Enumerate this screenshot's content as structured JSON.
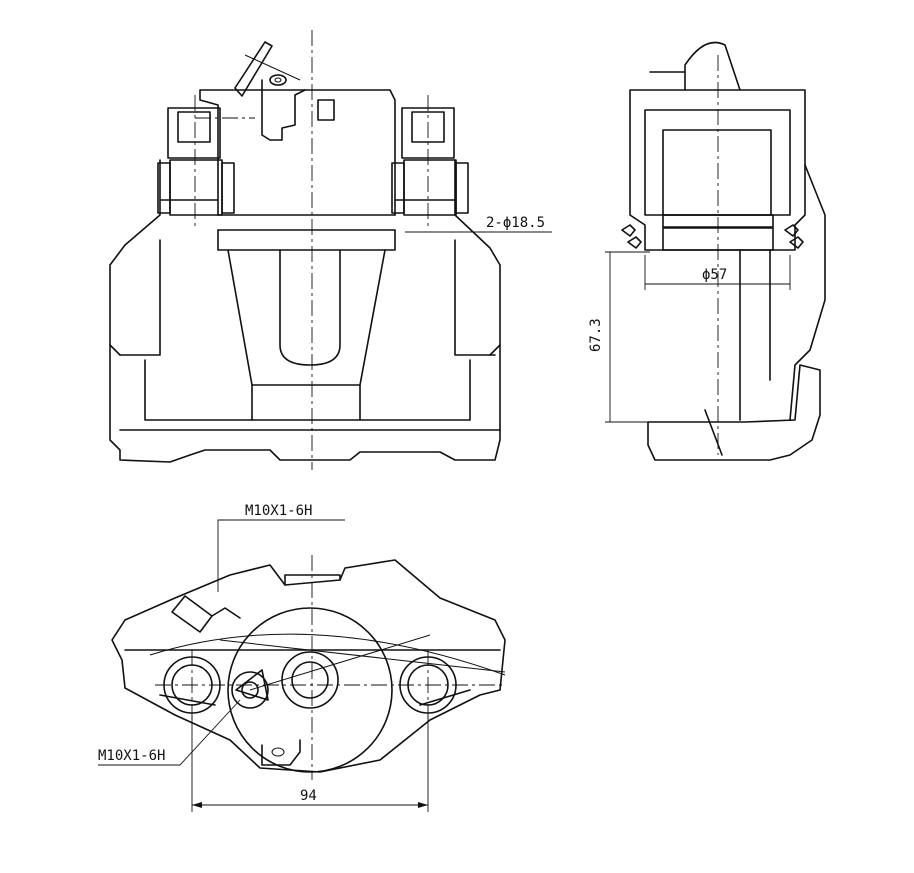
{
  "colors": {
    "line": "#111111",
    "background": "#ffffff"
  },
  "annotations": {
    "bore_holes": "2-ϕ18.5",
    "piston_diameter": "ϕ57",
    "height": "67.3",
    "thread_top": "M10X1-6H",
    "thread_bottom": "M10X1-6H",
    "width": "94"
  }
}
